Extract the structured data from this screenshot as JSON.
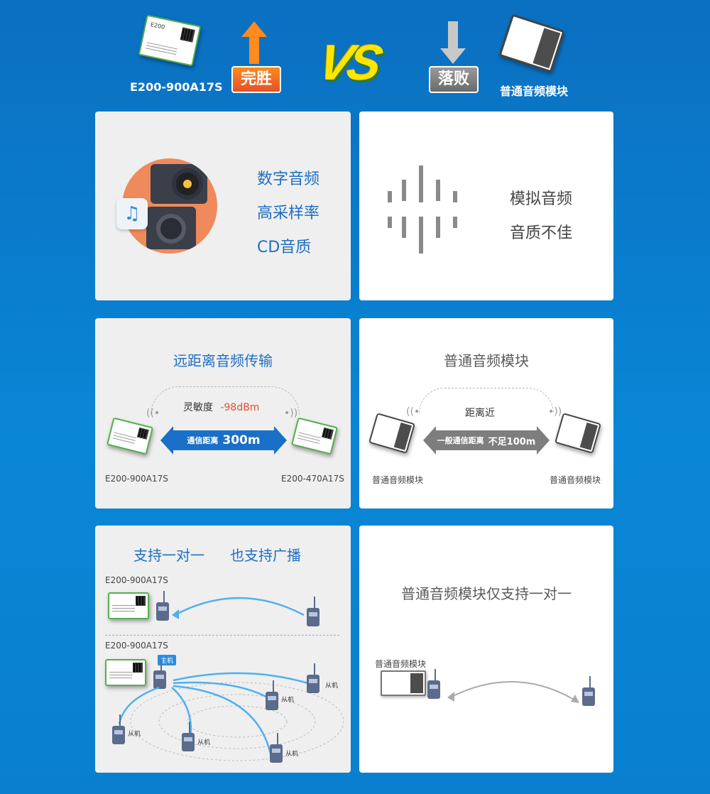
{
  "header": {
    "left_module_label": "E200-900A17S",
    "win_badge": "完胜",
    "vs_text": "VS",
    "lose_badge": "落败",
    "right_module_label": "普通音频模块"
  },
  "row1": {
    "left_features": [
      "数字音频",
      "高采样率",
      "CD音质"
    ],
    "right_features": [
      "模拟音频",
      "音质不佳"
    ]
  },
  "row2": {
    "left_title": "远距离音频传输",
    "sensitivity_label": "灵敏度",
    "sensitivity_value": "-98dBm",
    "distance_label": "通信距离",
    "distance_value": "300m",
    "left_module": "E200-900A17S",
    "right_module": "E200-470A17S",
    "right_title": "普通音频模块",
    "near_label": "距离近",
    "normal_distance_label": "一般通信距离",
    "normal_distance_value": "不足100m",
    "normal_left": "普通音频模块",
    "normal_right": "普通音频模块"
  },
  "row3": {
    "left_title_a": "支持一对一",
    "left_title_b": "也支持广播",
    "module_a": "E200-900A17S",
    "module_b": "E200-900A17S",
    "host_tag": "主机",
    "slave": "从机",
    "right_title": "普通音频模块仅支持一对一",
    "right_module": "普通音频模块"
  },
  "colors": {
    "bg": "#0a86d6",
    "blue_text": "#1e6fc2",
    "red_value": "#e0502a",
    "win": "#ff8a1e",
    "lose": "#8a8a8a"
  }
}
